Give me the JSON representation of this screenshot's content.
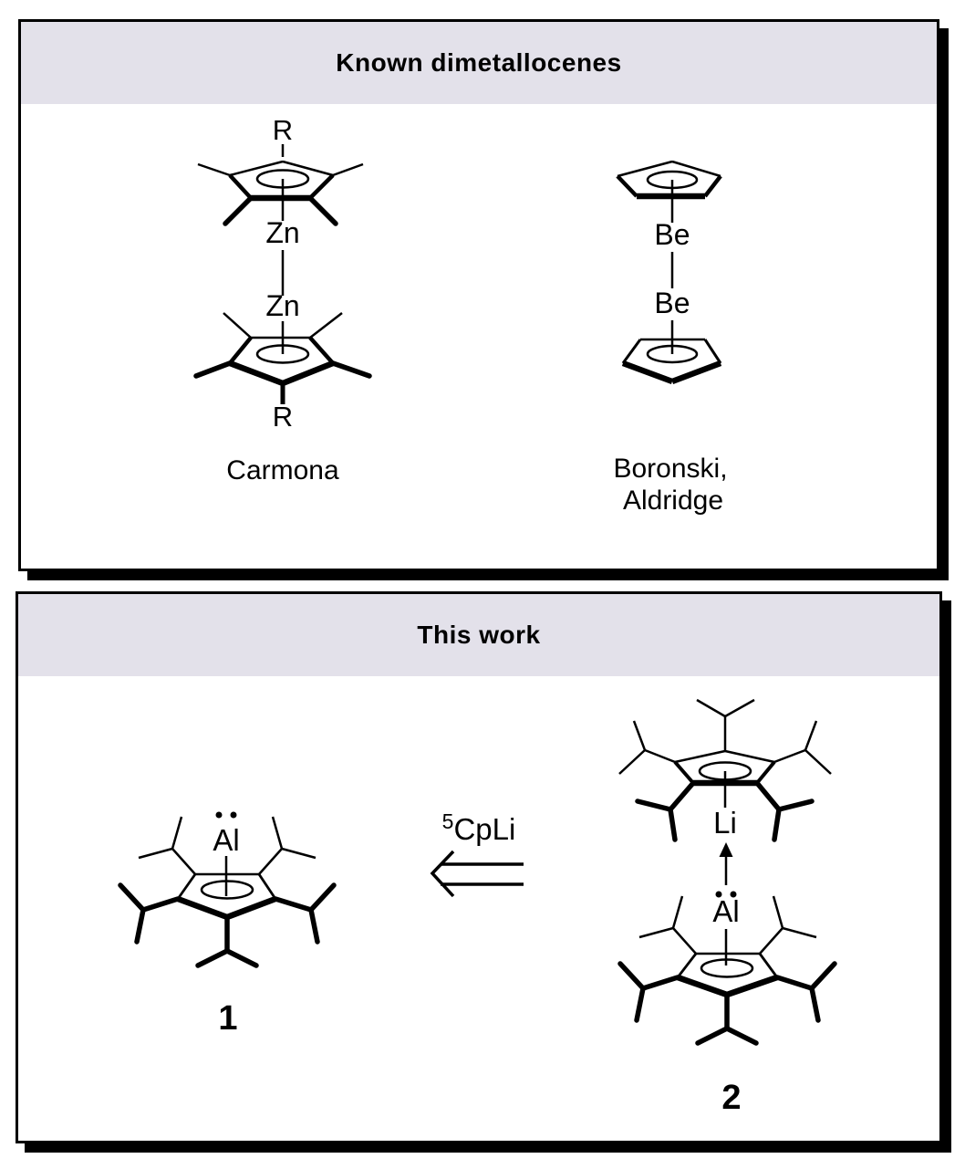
{
  "figure": {
    "panel_known": {
      "title": "Known dimetallocenes",
      "zinc_structure": {
        "top_substituent": "R",
        "metal_top": "Zn",
        "metal_bottom": "Zn",
        "bottom_substituent": "R",
        "caption": "Carmona"
      },
      "beryllium_structure": {
        "metal_top": "Be",
        "metal_bottom": "Be",
        "caption_line1": "Boronski,",
        "caption_line2": "Aldridge"
      }
    },
    "panel_this_work": {
      "title": "This work",
      "compound_1": {
        "metal": "Al",
        "label": "1"
      },
      "reagent": {
        "superscript": "5",
        "formula": "CpLi"
      },
      "compound_2": {
        "top_metal": "Li",
        "bottom_metal": "Al",
        "label": "2"
      }
    }
  },
  "colors": {
    "aluminum_label": "#176a8e",
    "lithium_label": "#8e1a58",
    "header_background": "#e3e1ea",
    "ink": "#000000"
  }
}
